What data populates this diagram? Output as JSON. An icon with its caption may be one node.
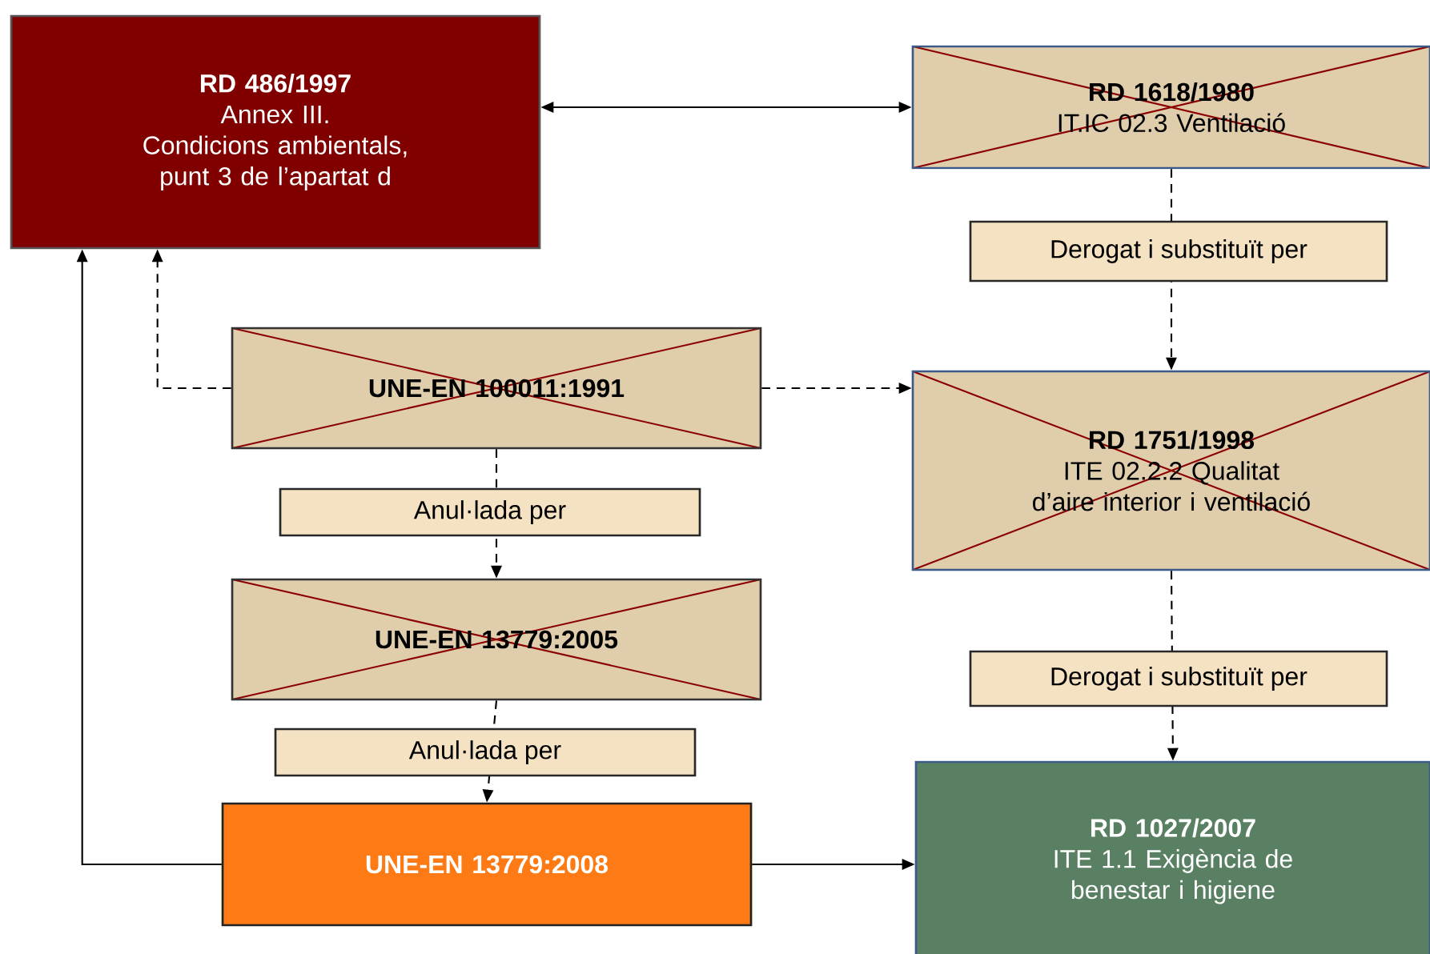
{
  "diagram": {
    "nodes": [
      {
        "text": [
          "RD 486/1997",
          "Annex III.",
          "Condicions ambientals, punt 3 de l’apartat d"
        ]
      },
      {
        "text": [
          "RD 1618/1980",
          "IT.IC 02.3 Ventilació"
        ]
      },
      {
        "text": [
          "UNE-EN 100011:1991"
        ]
      },
      {
        "text": [
          "RD 1751/1998",
          "ITE 02.2.2 Qualitat d’aire interior i ventilació"
        ]
      },
      {
        "text": [
          "UNE-EN 13779:2005"
        ]
      },
      {
        "text": [
          "UNE-EN 13779:2008"
        ]
      },
      {
        "text": [
          "RD 1027/2007",
          "ITE 1.1 Exigència de benestar i higiene"
        ]
      }
    ],
    "edges": [
      {
        "from": 0,
        "to": 1,
        "arrow": "both"
      },
      {
        "from": 1,
        "to": 3,
        "arrow": "to",
        "style": "dashed",
        "label": "Derogat i substituït per"
      },
      {
        "from": 2,
        "to": 0,
        "arrow": "to",
        "style": "dashed"
      },
      {
        "from": 2,
        "to": 3,
        "arrow": "to",
        "style": "dashed"
      },
      {
        "from": 2,
        "to": 4,
        "arrow": "to",
        "style": "dashed",
        "label": "Anul·lada per"
      },
      {
        "from": 4,
        "to": 5,
        "arrow": "to",
        "style": "dashed",
        "label": "Anul·lada per"
      },
      {
        "from": 3,
        "to": 6,
        "arrow": "to",
        "style": "dashed",
        "label": "Derogat i substituït per"
      },
      {
        "from": 5,
        "to": 0,
        "arrow": "to"
      },
      {
        "from": 5,
        "to": 6,
        "arrow": "to"
      }
    ]
  }
}
